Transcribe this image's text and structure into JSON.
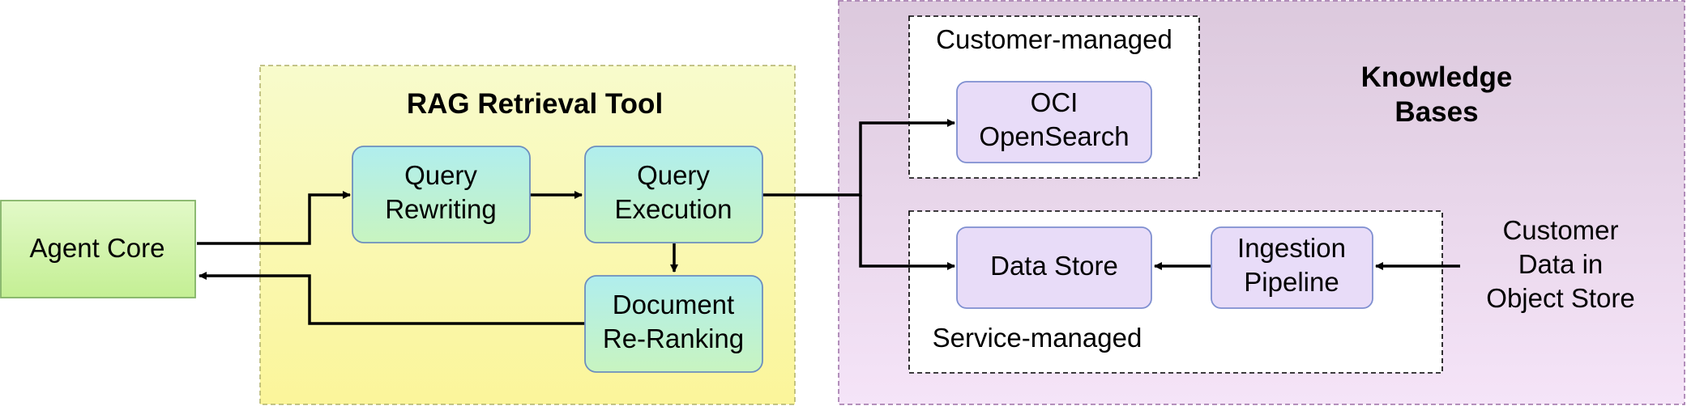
{
  "groups": {
    "rag_tool": {
      "title": "RAG Retrieval Tool"
    },
    "knowledge_bases": {
      "title_line1": "Knowledge",
      "title_line2": "Bases"
    },
    "customer_managed": {
      "label": "Customer-managed"
    },
    "service_managed": {
      "label": "Service-managed"
    }
  },
  "nodes": {
    "agent_core": {
      "label": "Agent Core"
    },
    "query_rewriting": {
      "line1": "Query",
      "line2": "Rewriting"
    },
    "query_execution": {
      "line1": "Query",
      "line2": "Execution"
    },
    "document_reranking": {
      "line1": "Document",
      "line2": "Re-Ranking"
    },
    "oci_opensearch": {
      "line1": "OCI",
      "line2": "OpenSearch"
    },
    "data_store": {
      "label": "Data Store"
    },
    "ingestion_pipeline": {
      "line1": "Ingestion",
      "line2": "Pipeline"
    },
    "customer_data": {
      "line1": "Customer",
      "line2": "Data in",
      "line3": "Object Store"
    }
  },
  "colors": {
    "agent_core_fill": "#d5f7b0",
    "agent_core_stroke": "#82b366",
    "teal_box_top": "#b0eeee",
    "teal_box_bottom": "#c8f4c0",
    "teal_box_stroke": "#6c8ebf",
    "purple_box_fill": "#e8dcf8",
    "purple_box_stroke": "#7f8fd0",
    "rag_group_top": "#f8fbcc",
    "rag_group_bottom": "#fbf59a",
    "kb_group_top": "#dcc9dd",
    "kb_group_bottom": "#f5e4f8",
    "edge": "#000000"
  }
}
